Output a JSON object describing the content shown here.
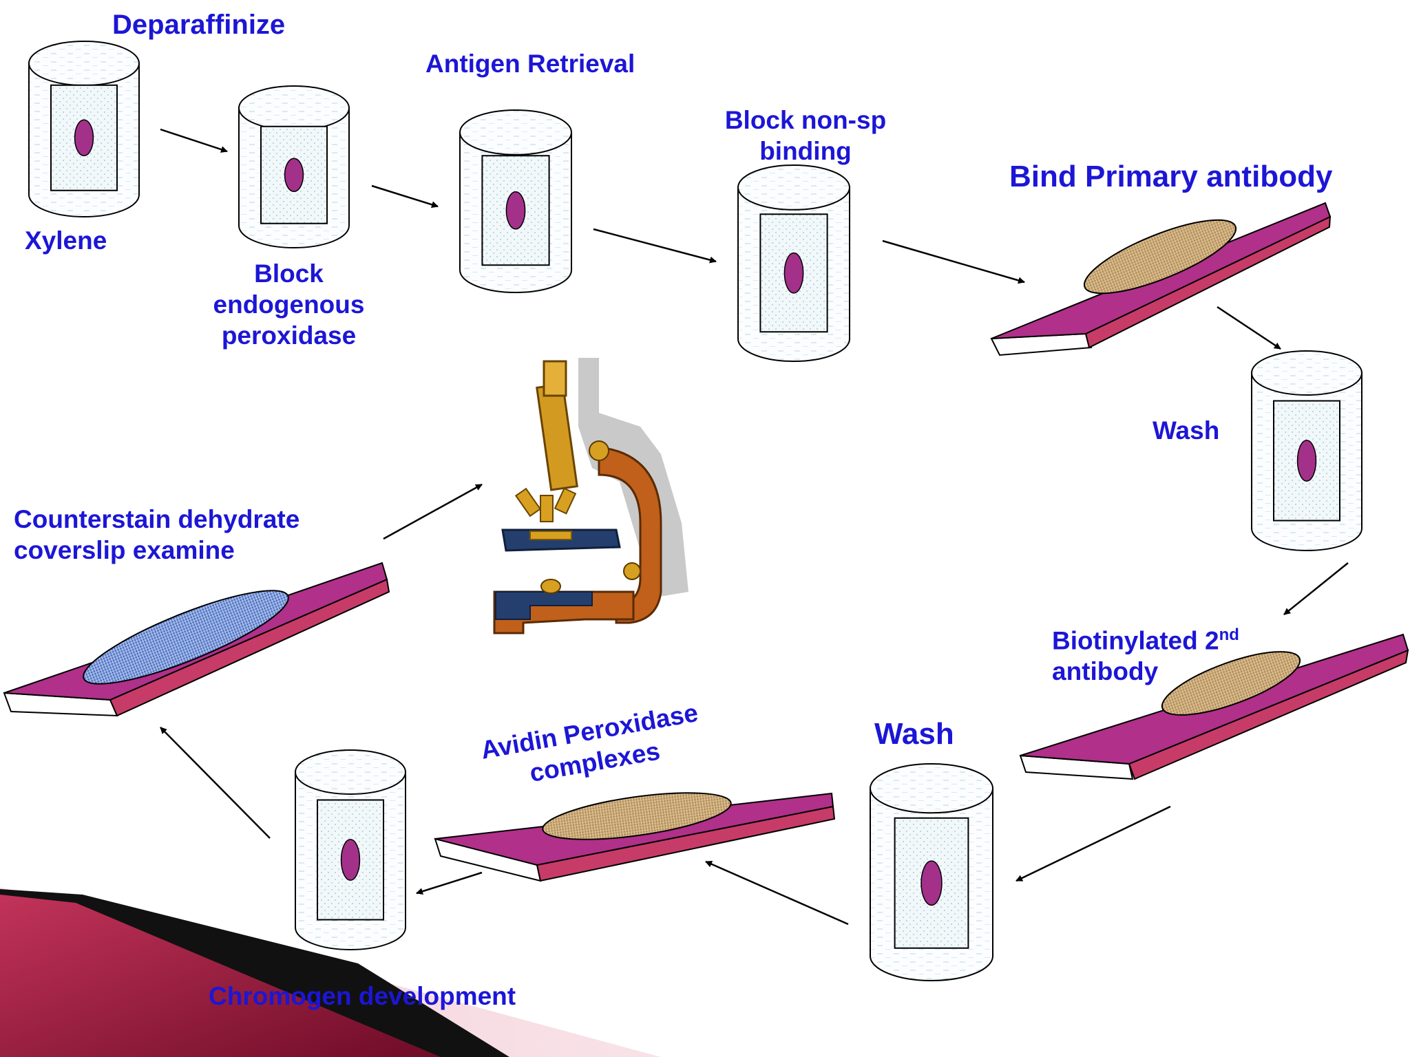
{
  "steps": {
    "deparaffinize": "Deparaffinize",
    "xylene": "Xylene",
    "block_peroxidase": [
      "Block",
      "endogenous",
      "peroxidase"
    ],
    "antigen_retrieval": "Antigen Retrieval",
    "block_nonsp": [
      "Block non-sp",
      "binding"
    ],
    "bind_primary": "Bind Primary antibody",
    "wash_1": "Wash",
    "biotinylated_line1": "Biotinylated 2",
    "biotinylated_sup": "nd",
    "biotinylated_line2": "antibody",
    "wash_2": "Wash",
    "avidin": [
      "Avidin Peroxidase",
      "complexes"
    ],
    "chromogen": "Chromogen development",
    "counterstain": [
      "Counterstain dehydrate",
      "coverslip  examine"
    ]
  },
  "colors": {
    "label": "#1c16d6",
    "slide_top": "#b0308a",
    "slide_edge": "#c73b68",
    "specimen_tissue": "#d2b48c",
    "specimen_stained": "#6f8fd8",
    "nucleus": "#a3318a",
    "corner_ribbon": "#8b1030"
  }
}
